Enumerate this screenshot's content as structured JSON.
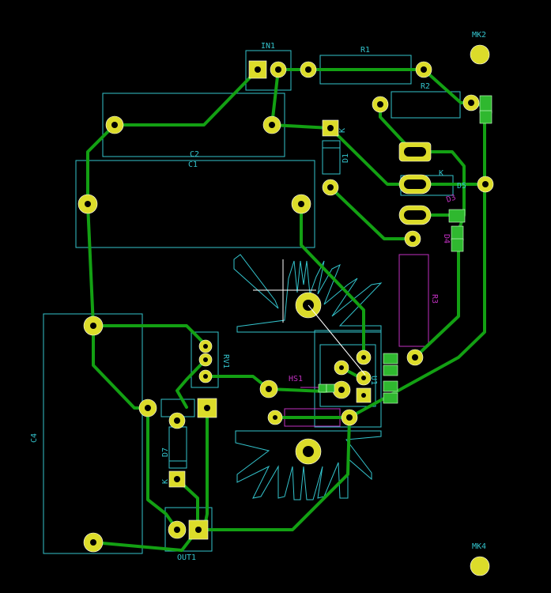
{
  "labels": {
    "mk2": "MK2",
    "mk4": "MK4",
    "in1": "IN1",
    "r1": "R1",
    "r2": "R2",
    "c2": "C2",
    "c1": "C1",
    "d1": "D1",
    "d5": "D5",
    "k_d1": "K",
    "k_d5": "K",
    "k_d7": "K",
    "d3": "D3",
    "d4": "D4",
    "r3": "R3",
    "rv1": "RV1",
    "hs1": "HS1",
    "u1": "U1",
    "c4": "C4",
    "d7": "D7",
    "out1": "OUT1"
  },
  "colors": {
    "background": "#000000",
    "silkscreen": "#33c3cc",
    "fab": "#c030c0",
    "track": "#13a013",
    "pad": "#dcdc2a",
    "drill": "#000000"
  }
}
